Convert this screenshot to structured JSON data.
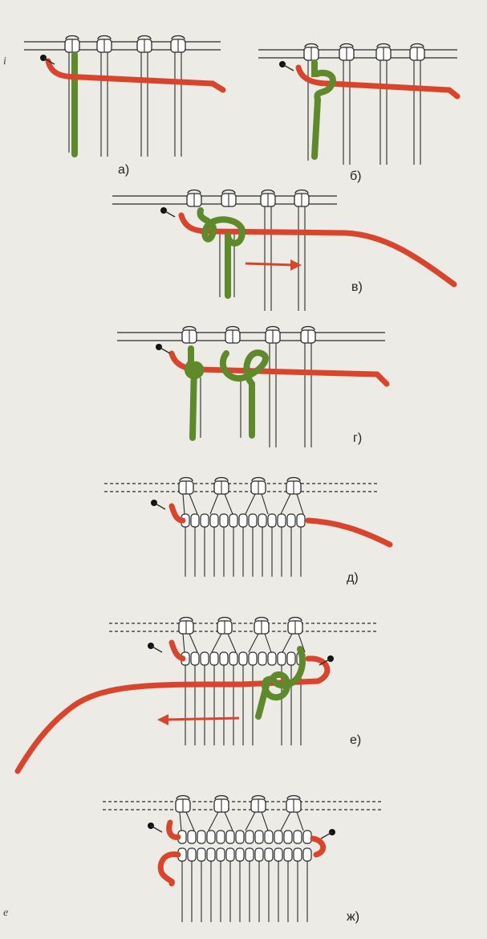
{
  "colors": {
    "background": "#ecebe6",
    "working_cord": "#d8452c",
    "knot_cord": "#5f8a2c",
    "line": "#2a2a2a",
    "pin_head": "#111111"
  },
  "panels": [
    {
      "id": "a",
      "label": "а)"
    },
    {
      "id": "b",
      "label": "б)"
    },
    {
      "id": "v",
      "label": "в)"
    },
    {
      "id": "g",
      "label": "г)"
    },
    {
      "id": "d",
      "label": "д)"
    },
    {
      "id": "e",
      "label": "е)"
    },
    {
      "id": "zh",
      "label": "ж)"
    }
  ],
  "edge_letter_top": "i",
  "edge_letter_bottom": "e"
}
